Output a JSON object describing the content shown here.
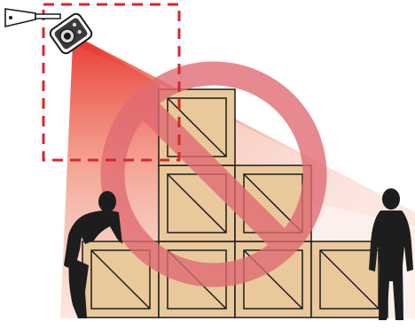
{
  "scene": {
    "icons": {
      "sensor": "sensor-icon",
      "mount": "wall-mount-icon",
      "prohibited": "prohibition-icon",
      "crate": "crate-icon",
      "person": "person-silhouette-icon"
    },
    "colors": {
      "beam": "#e8312a",
      "prohibition": "#e06a72",
      "crate_fill": "#e9c89c",
      "crate_stroke": "#1a1a1a",
      "zone_border": "#d9262b",
      "silhouette": "#1d1d1d"
    },
    "crates": {
      "rows": [
        [
          "crate",
          "crate",
          "crate",
          "crate"
        ],
        [
          "crate",
          "crate"
        ],
        [
          "crate"
        ]
      ]
    }
  }
}
